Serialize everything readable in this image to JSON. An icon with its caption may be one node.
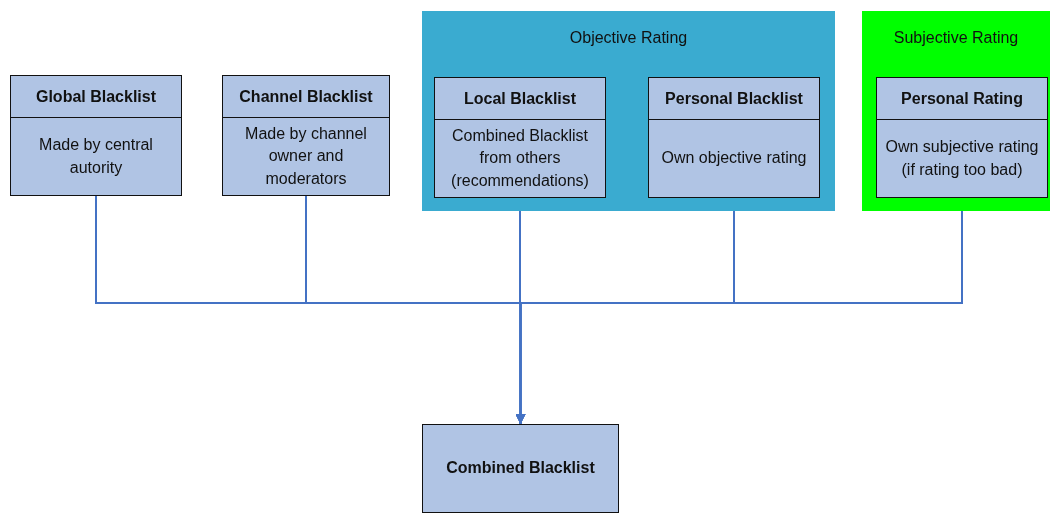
{
  "diagram": {
    "nodes": [
      {
        "text": [
          "Global Blacklist",
          "Made by central autority"
        ]
      },
      {
        "text": [
          "Channel Blacklist",
          "Made by channel owner and moderators"
        ]
      },
      {
        "text": [
          "Objective Rating"
        ]
      },
      {
        "text": [
          "Local Blacklist",
          "Combined Blacklist from others (recommendations)"
        ],
        "in": 2
      },
      {
        "text": [
          "Personal Blacklist",
          "Own objective rating"
        ],
        "in": 2
      },
      {
        "text": [
          "Subjective Rating"
        ]
      },
      {
        "text": [
          "Personal Rating",
          "Own subjective rating (if rating too bad)"
        ],
        "in": 5
      },
      {
        "text": [
          "Combined Blacklist"
        ]
      }
    ],
    "edges": [
      {
        "from": 0,
        "to": 7,
        "arrow": "to"
      },
      {
        "from": 1,
        "to": 7,
        "arrow": "to"
      },
      {
        "from": 3,
        "to": 7,
        "arrow": "to"
      },
      {
        "from": 4,
        "to": 7,
        "arrow": "to"
      },
      {
        "from": 6,
        "to": 7,
        "arrow": "to"
      }
    ]
  }
}
